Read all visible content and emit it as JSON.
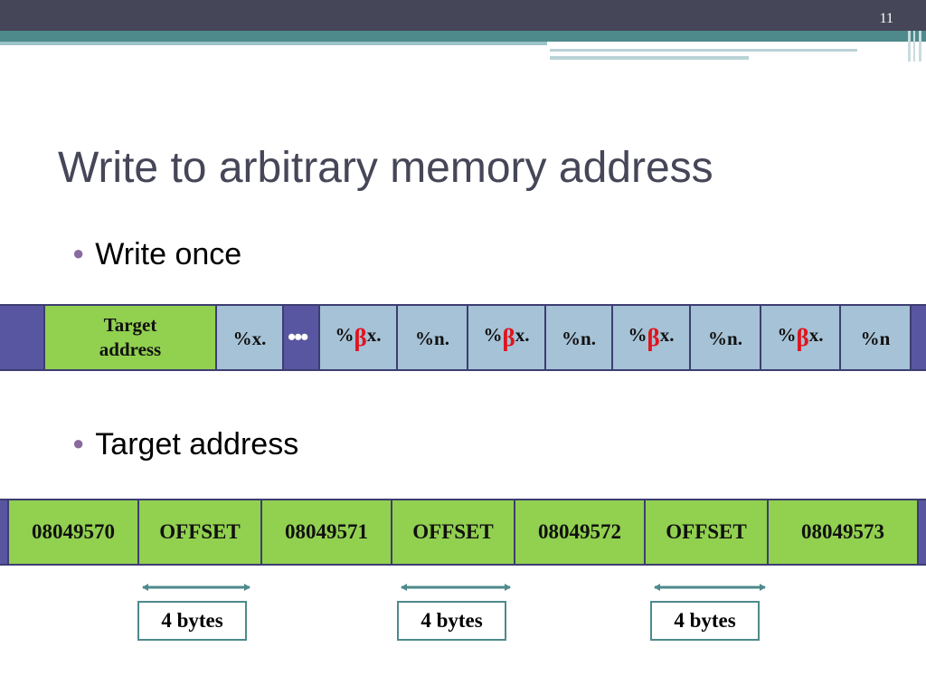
{
  "slide": {
    "number": "11",
    "title": "Write to arbitrary memory address"
  },
  "bullets": [
    "Write once",
    "Target address"
  ],
  "row1": {
    "target_line1": "Target",
    "target_line2": "address",
    "dots": "•••",
    "percent": "%",
    "beta": "β",
    "cells": {
      "c1": "%x.",
      "c3": "x.",
      "c4": "%n.",
      "c5": "x.",
      "c6": "%n.",
      "c7": "x.",
      "c8": "%n.",
      "c9": "x.",
      "c10": "%n"
    }
  },
  "row2": {
    "cells": [
      "08049570",
      "OFFSET",
      "08049571",
      "OFFSET",
      "08049572",
      "OFFSET",
      "08049573"
    ]
  },
  "spans": [
    "4 bytes",
    "4 bytes",
    "4 bytes"
  ],
  "colors": {
    "header_dark": "#454657",
    "teal": "#4e8a8c",
    "cell_green": "#92d050",
    "cell_blue": "#a6c2d6",
    "cell_purple": "#5856a0",
    "beta_red": "#e0141e"
  }
}
